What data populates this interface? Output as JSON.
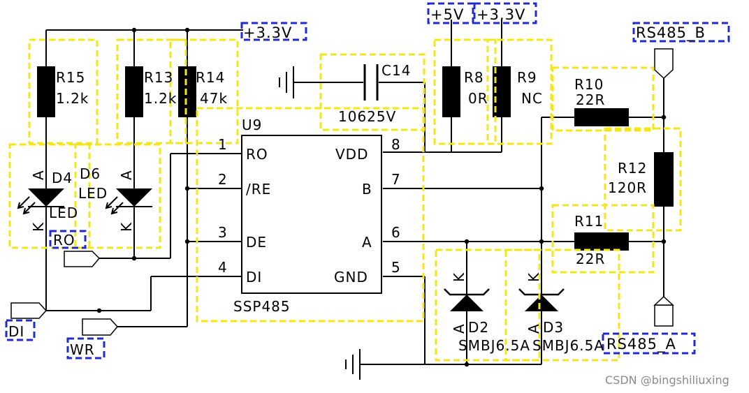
{
  "labels": {
    "vcc33_top": "+3.3V",
    "vcc5": "+5V",
    "vcc33_right": "+3.3V",
    "rs485b": "RS485_B",
    "rs485a": "RS485_A",
    "ro": "RO",
    "di": "DI",
    "wr": "WR"
  },
  "components": {
    "r15": {
      "ref": "R15",
      "value": "1.2k"
    },
    "r13": {
      "ref": "R13",
      "value": "1.2k"
    },
    "r14": {
      "ref": "R14",
      "value": "47k"
    },
    "c14": {
      "ref": "C14",
      "value": "10625V"
    },
    "r8": {
      "ref": "R8",
      "value": "0R"
    },
    "r9": {
      "ref": "R9",
      "value": "NC"
    },
    "r10": {
      "ref": "R10",
      "value": "22R"
    },
    "r11": {
      "ref": "R11",
      "value": "22R"
    },
    "r12": {
      "ref": "R12",
      "value": "120R"
    },
    "d4": {
      "ref": "D4",
      "value": "LED",
      "anode": "A",
      "cathode": "K"
    },
    "d6": {
      "ref": "D6",
      "value": "LED",
      "anode": "A",
      "cathode": "K"
    },
    "d2": {
      "ref": "D2",
      "value": "SMBJ6.5A",
      "anode": "A",
      "cathode": "K"
    },
    "d3": {
      "ref": "D3",
      "value": "SMBJ6.5A",
      "anode": "A",
      "cathode": "K"
    }
  },
  "ic": {
    "ref": "U9",
    "part": "SSP485",
    "pins_left": [
      {
        "num": "1",
        "name": "RO"
      },
      {
        "num": "2",
        "name": "/RE"
      },
      {
        "num": "3",
        "name": "DE"
      },
      {
        "num": "4",
        "name": "DI"
      }
    ],
    "pins_right": [
      {
        "num": "8",
        "name": "VDD"
      },
      {
        "num": "7",
        "name": "B"
      },
      {
        "num": "6",
        "name": "A"
      },
      {
        "num": "5",
        "name": "GND"
      }
    ]
  },
  "watermark": "CSDN @bingshiliuxing",
  "colors": {
    "wire": "#000000",
    "bbox_yellow": "#f5e61a",
    "label_blue": "#1f2bd1"
  }
}
